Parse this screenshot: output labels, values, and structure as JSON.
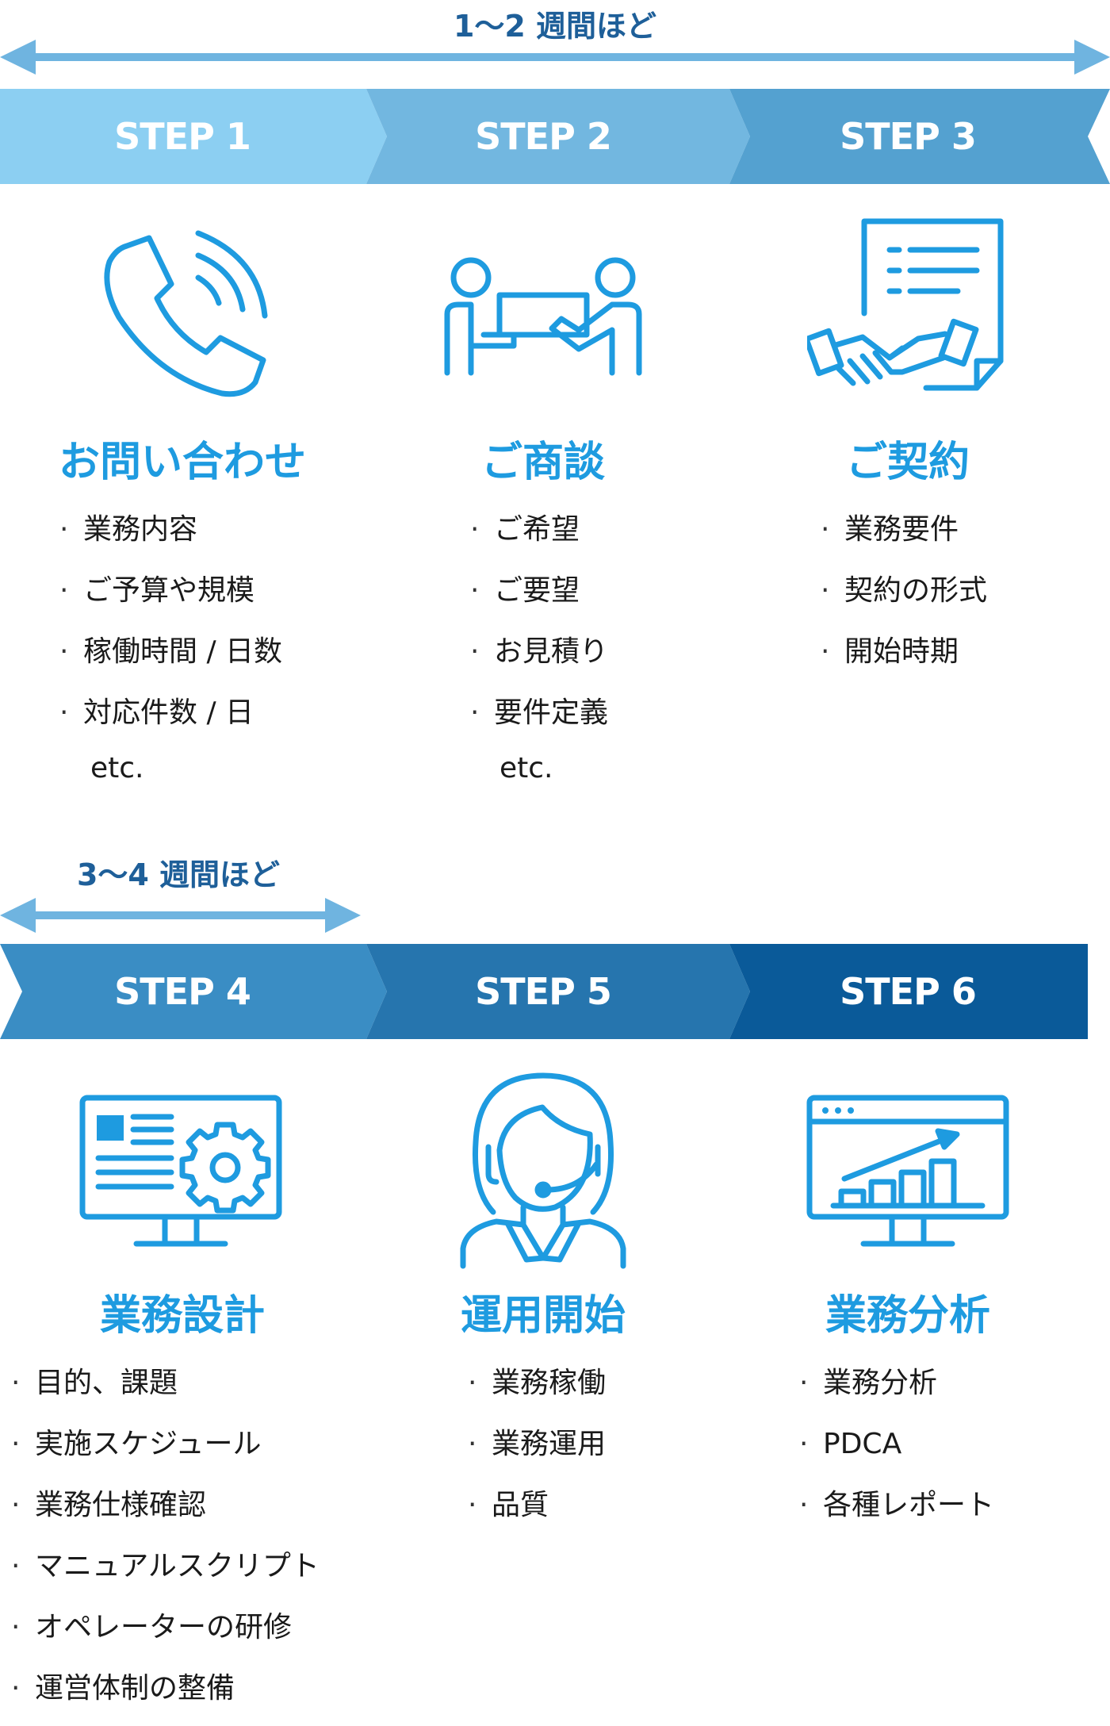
{
  "timeline": [
    {
      "label": "1〜2 週間ほど"
    },
    {
      "label": "3〜4 週間ほど"
    }
  ],
  "colors": {
    "step1": "#8ccff2",
    "step2": "#72b7e0",
    "step3": "#54a1d0",
    "step4": "#3a8dc4",
    "step5": "#2675ae",
    "step6": "#0a5a99",
    "arrow": "#6fb4e0",
    "icon": "#1e9be0",
    "title": "#1e9be0",
    "duration": "#1e5f99"
  },
  "steps": [
    {
      "label": "STEP 1",
      "title": "お問い合わせ",
      "icon": "phone-icon",
      "items": [
        "業務内容",
        "ご予算や規模",
        "稼働時間 / 日数",
        "対応件数 / 日"
      ],
      "note": "etc."
    },
    {
      "label": "STEP 2",
      "title": "ご商談",
      "icon": "meeting-icon",
      "items": [
        "ご希望",
        "ご要望",
        "お見積り",
        "要件定義"
      ],
      "note": "etc."
    },
    {
      "label": "STEP 3",
      "title": "ご契約",
      "icon": "handshake-contract-icon",
      "items": [
        "業務要件",
        "契約の形式",
        "開始時期"
      ],
      "note": ""
    },
    {
      "label": "STEP 4",
      "title": "業務設計",
      "icon": "monitor-gear-icon",
      "items": [
        "目的、課題",
        "実施スケジュール",
        "業務仕様確認",
        "マニュアルスクリプト",
        "オペレーターの研修",
        "運営体制の整備"
      ],
      "note": ""
    },
    {
      "label": "STEP 5",
      "title": "運用開始",
      "icon": "operator-headset-icon",
      "items": [
        "業務稼働",
        "業務運用",
        "品質"
      ],
      "note": ""
    },
    {
      "label": "STEP 6",
      "title": "業務分析",
      "icon": "analytics-chart-icon",
      "items": [
        "業務分析",
        "PDCA",
        "各種レポート"
      ],
      "note": ""
    }
  ]
}
